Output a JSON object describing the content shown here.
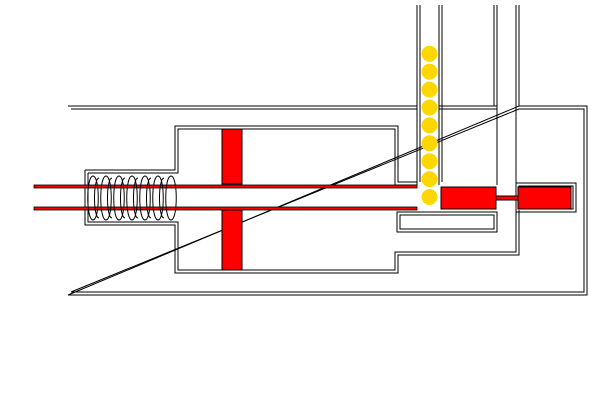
{
  "diagram": {
    "colors": {
      "background": "#ffffff",
      "outline": "#000000",
      "piston": "#ff0000",
      "ball": "#ffd700",
      "rod": "#cc0000"
    },
    "components": [
      "outer-housing",
      "cylinder-bore",
      "piston-disk",
      "piston-rod",
      "return-spring",
      "ball-feed-tube",
      "ball-magazine",
      "ejector-slide",
      "ejector-block",
      "side-channel"
    ],
    "ball_count": 9
  }
}
